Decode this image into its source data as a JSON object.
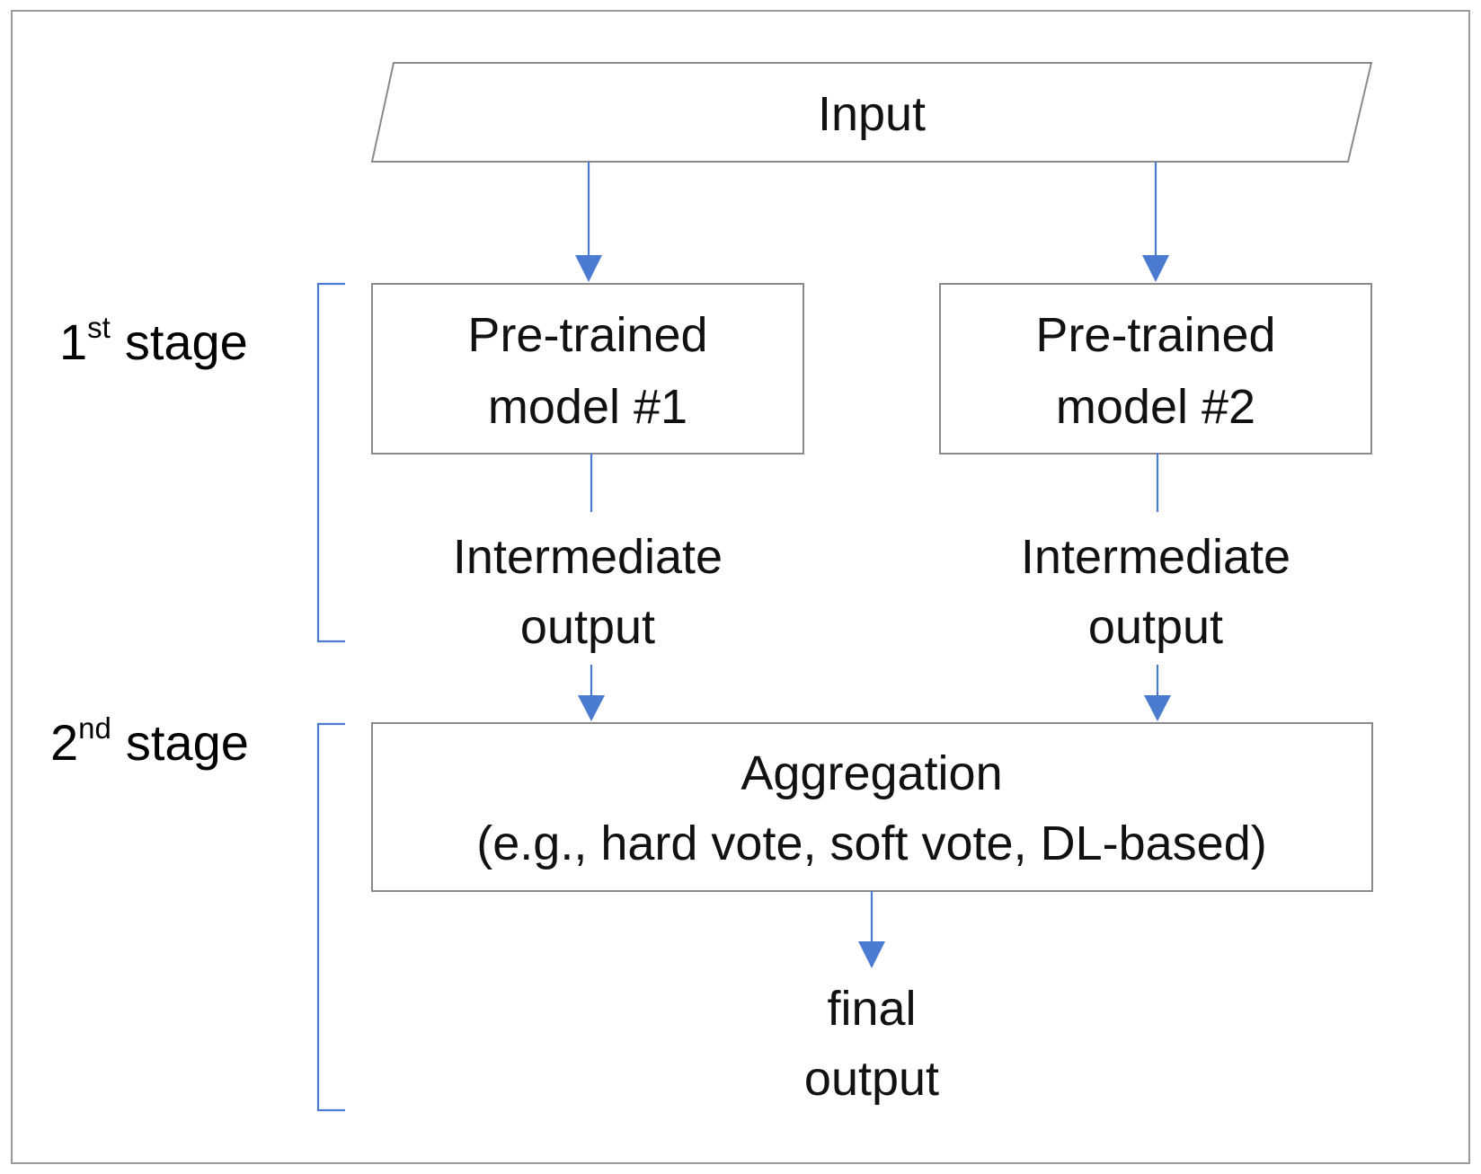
{
  "stages": [
    {
      "number": "1",
      "suffix": "st",
      "label": "stage"
    },
    {
      "number": "2",
      "suffix": "nd",
      "label": "stage"
    }
  ],
  "nodes": {
    "input": {
      "lines": [
        "Input"
      ]
    },
    "model1": {
      "lines": [
        "Pre-trained",
        "model #1"
      ]
    },
    "model2": {
      "lines": [
        "Pre-trained",
        "model #2"
      ]
    },
    "intermediate1": {
      "lines": [
        "Intermediate",
        "output"
      ]
    },
    "intermediate2": {
      "lines": [
        "Intermediate",
        "output"
      ]
    },
    "aggregation": {
      "lines": [
        "Aggregation",
        "(e.g., hard vote, soft vote, DL-based)"
      ]
    },
    "final": {
      "lines": [
        "final",
        "output"
      ]
    }
  },
  "colors": {
    "connector": "#4a7bd0",
    "box_border": "#8a8a8a",
    "text": "#111111"
  }
}
